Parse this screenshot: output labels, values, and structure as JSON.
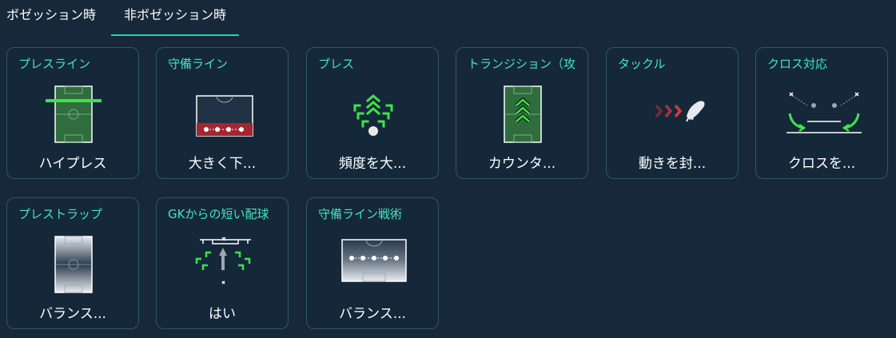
{
  "tabs": [
    {
      "label": "ボゼッション時"
    },
    {
      "label": "非ボゼッション時"
    }
  ],
  "cards": [
    {
      "title": "プレスライン",
      "value": "ハイプレス"
    },
    {
      "title": "守備ライン",
      "value": "大きく下..."
    },
    {
      "title": "プレス",
      "value": "頻度を大..."
    },
    {
      "title": "トランジション（攻",
      "value": "カウンタ..."
    },
    {
      "title": "タックル",
      "value": "動きを封..."
    },
    {
      "title": "クロス対応",
      "value": "クロスを..."
    },
    {
      "title": "プレストラップ",
      "value": "バランス..."
    },
    {
      "title": "GKからの短い配球",
      "value": "はい"
    },
    {
      "title": "守備ライン戦術",
      "value": "バランス..."
    }
  ],
  "colors": {
    "accent": "#29d4ae",
    "border": "#2c5a60",
    "background": "#17283a",
    "tackle_arrow": "#d23a3a"
  }
}
